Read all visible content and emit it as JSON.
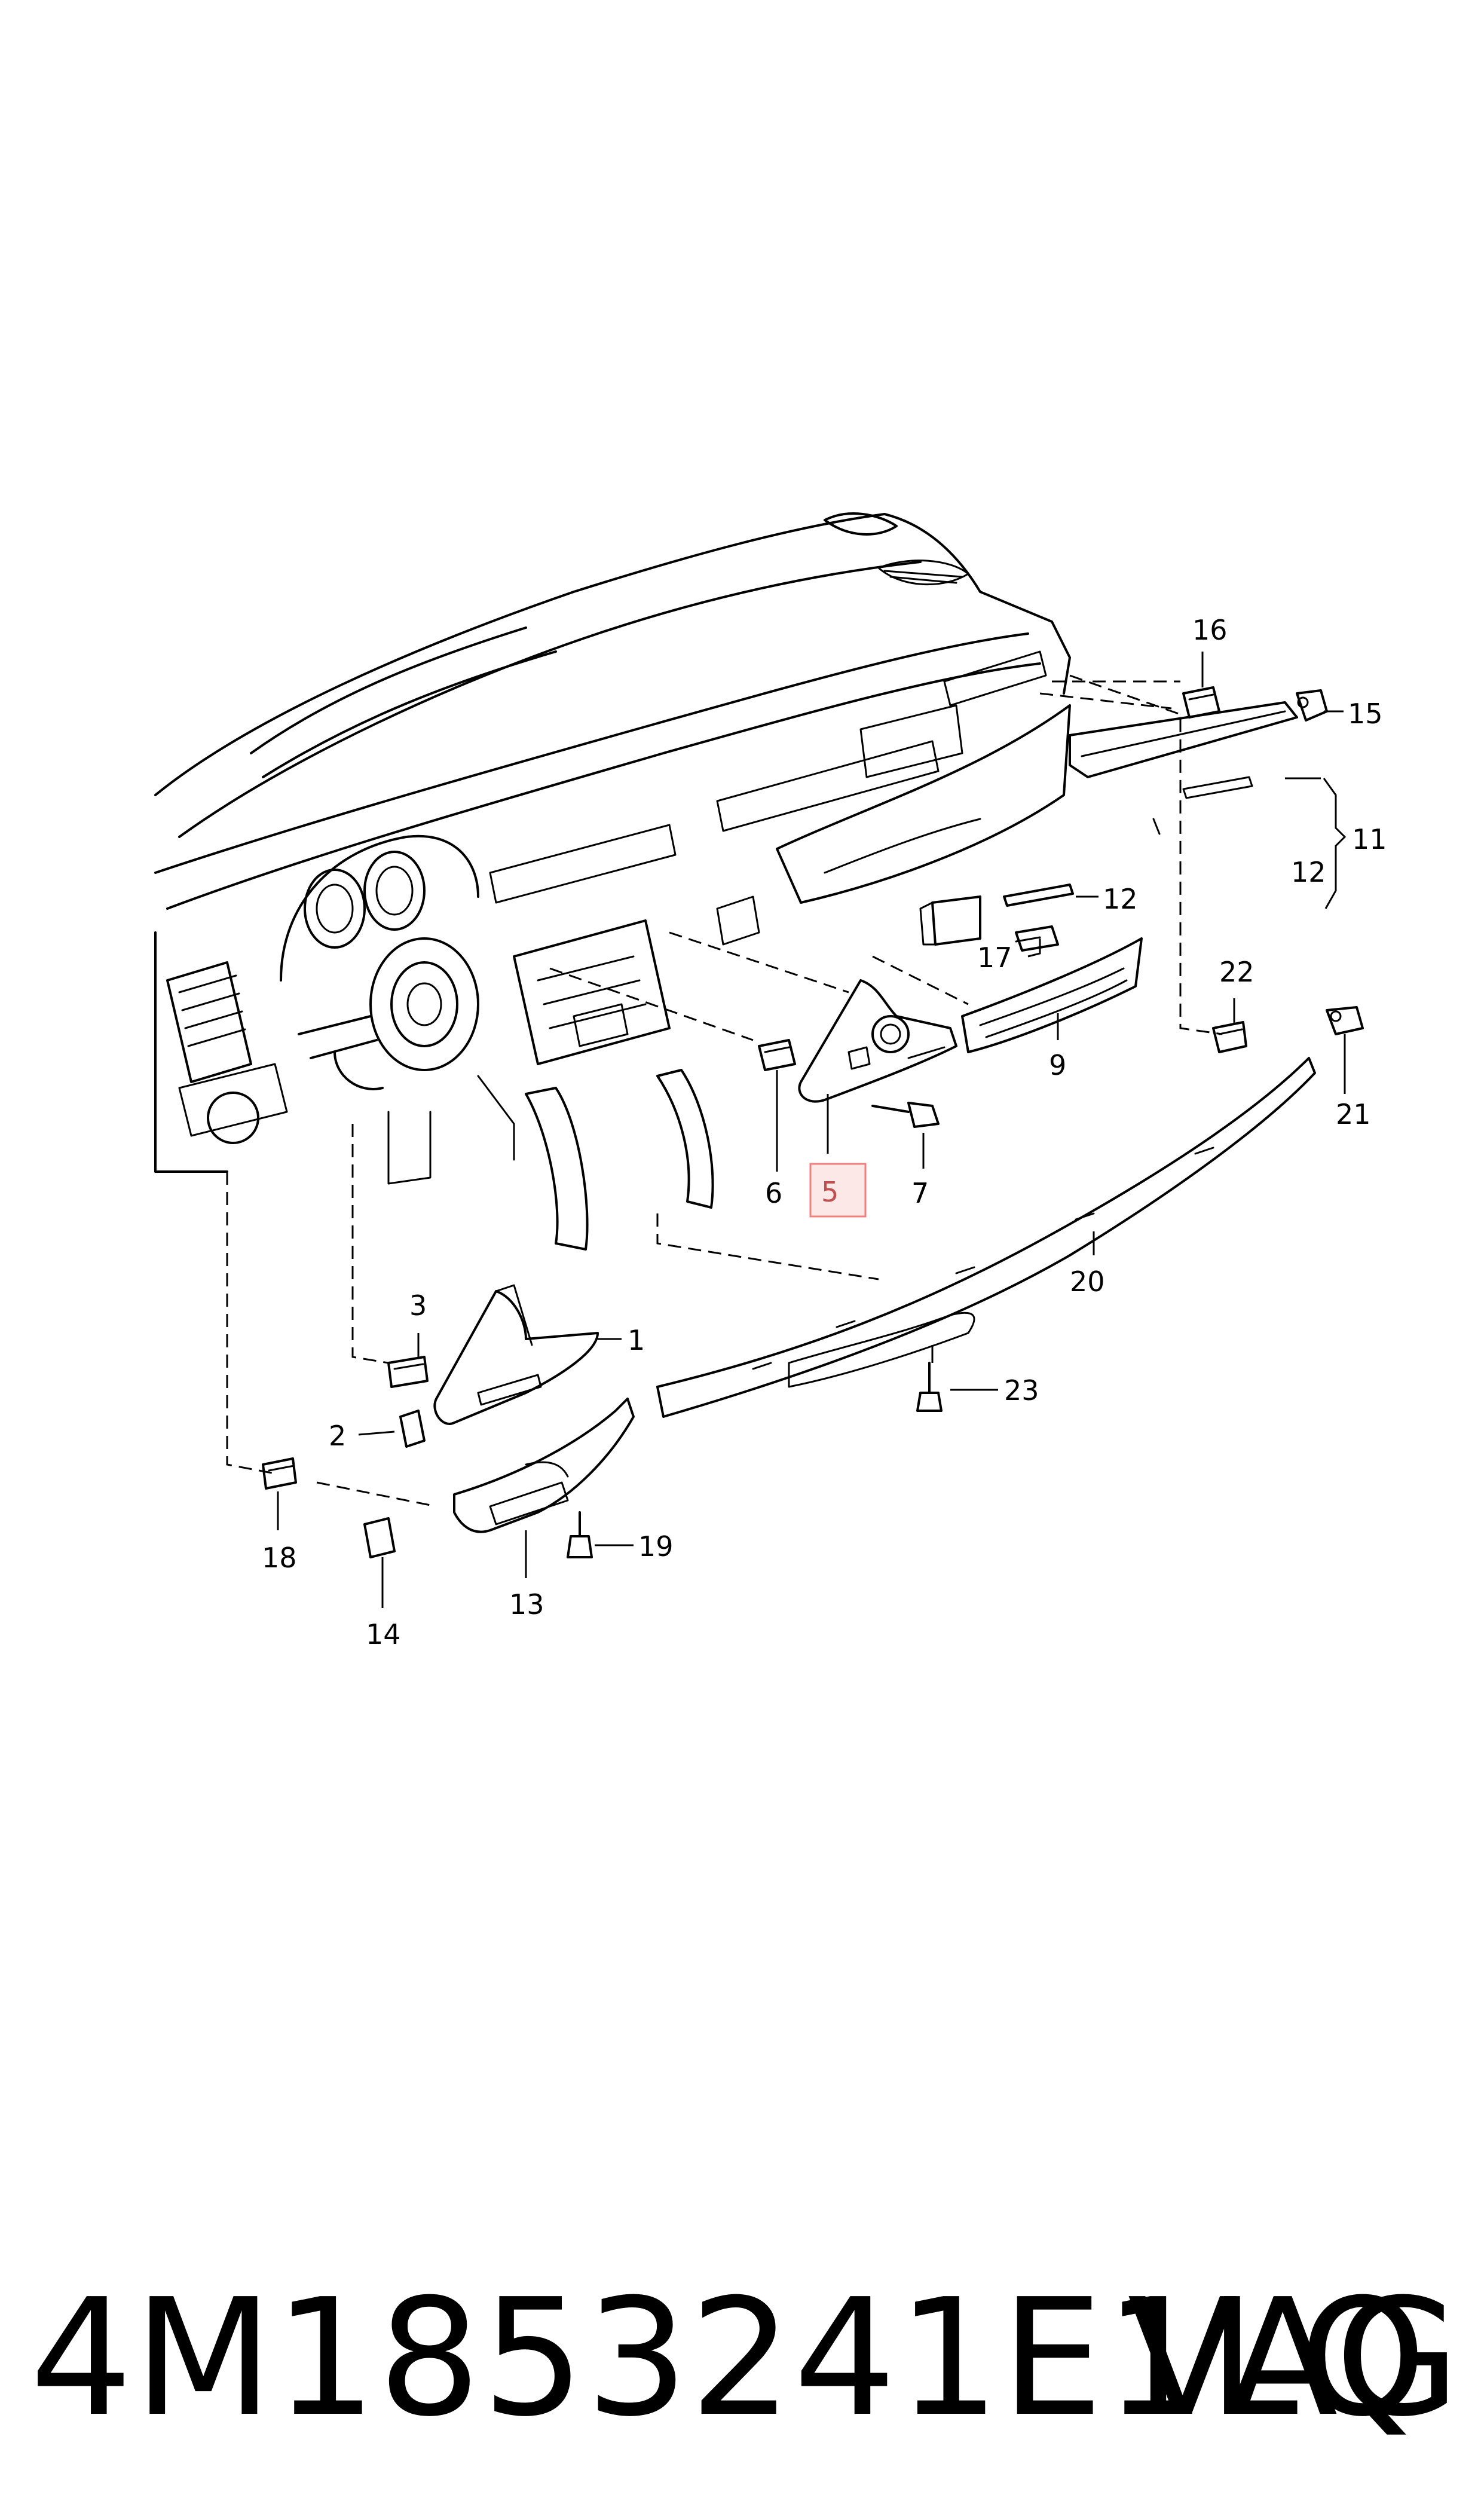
{
  "diagram": {
    "callouts": [
      {
        "id": "1",
        "text": "1"
      },
      {
        "id": "2",
        "text": "2"
      },
      {
        "id": "3",
        "text": "3"
      },
      {
        "id": "5",
        "text": "5",
        "highlighted": true
      },
      {
        "id": "6",
        "text": "6"
      },
      {
        "id": "7",
        "text": "7"
      },
      {
        "id": "9",
        "text": "9"
      },
      {
        "id": "11",
        "text": "11"
      },
      {
        "id": "12a",
        "text": "12"
      },
      {
        "id": "12b",
        "text": "12"
      },
      {
        "id": "13",
        "text": "13"
      },
      {
        "id": "14",
        "text": "14"
      },
      {
        "id": "15",
        "text": "15"
      },
      {
        "id": "16",
        "text": "16"
      },
      {
        "id": "17",
        "text": "17"
      },
      {
        "id": "18",
        "text": "18"
      },
      {
        "id": "19",
        "text": "19"
      },
      {
        "id": "20",
        "text": "20"
      },
      {
        "id": "21",
        "text": "21"
      },
      {
        "id": "22",
        "text": "22"
      },
      {
        "id": "23",
        "text": "23"
      }
    ],
    "highlight_color": "#f08080",
    "highlight_fill": "#fde8e8"
  },
  "footer": {
    "part_number": "4M1853241E1LQ",
    "brand": "VAG"
  }
}
